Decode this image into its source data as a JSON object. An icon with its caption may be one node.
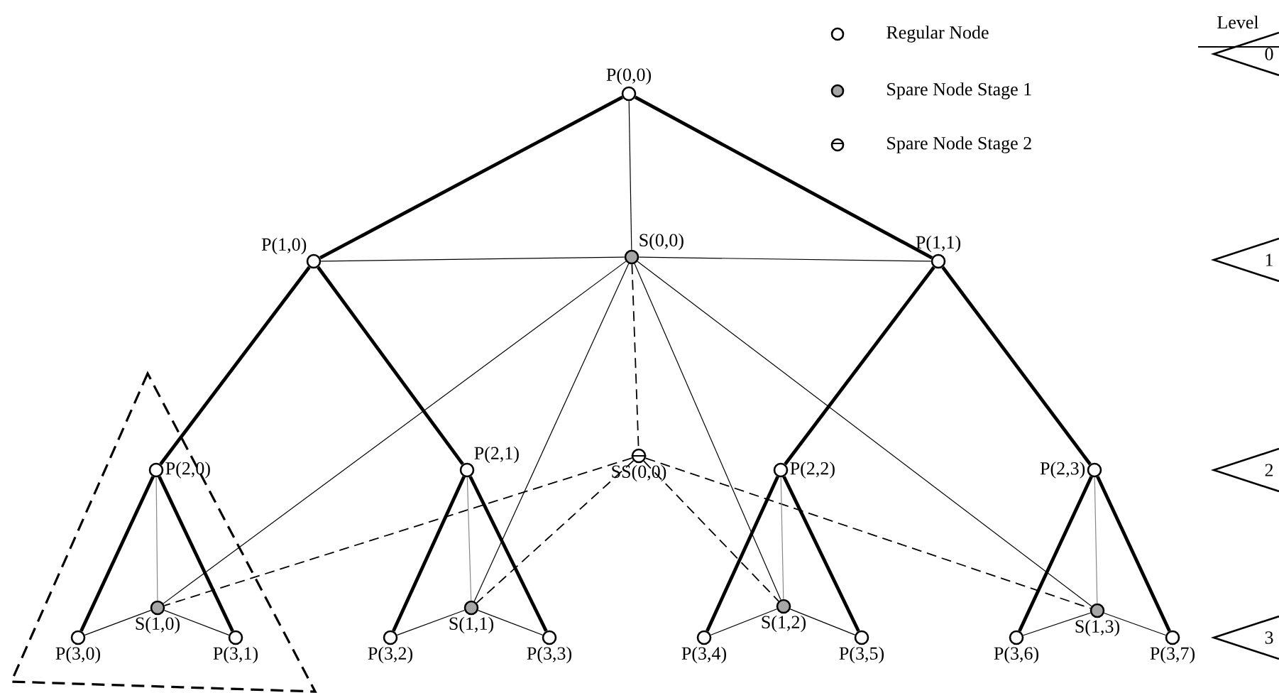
{
  "diagram": {
    "nodes": [
      {
        "text": [],
        "shape": "circle",
        "beside": [
          "P(0,0)"
        ]
      },
      {
        "text": [],
        "shape": "circle",
        "beside": [
          "P(1,0)"
        ]
      },
      {
        "text": [],
        "shape": "circle",
        "beside": [
          "S(0,0)"
        ]
      },
      {
        "text": [],
        "shape": "circle",
        "beside": [
          "P(1,1)"
        ]
      },
      {
        "text": [],
        "shape": "circle",
        "beside": [
          "P(2,0)"
        ]
      },
      {
        "text": [],
        "shape": "circle",
        "beside": [
          "P(2,1)"
        ]
      },
      {
        "text": [],
        "shape": "circle",
        "beside": [
          "SS(0,0)"
        ]
      },
      {
        "text": [],
        "shape": "circle",
        "beside": [
          "P(2,2)"
        ]
      },
      {
        "text": [],
        "shape": "circle",
        "beside": [
          "P(2,3)"
        ]
      },
      {
        "text": [],
        "shape": "circle",
        "beside": [
          "S(1,0)"
        ]
      },
      {
        "text": [],
        "shape": "circle",
        "beside": [
          "S(1,1)"
        ]
      },
      {
        "text": [],
        "shape": "circle",
        "beside": [
          "S(1,2)"
        ]
      },
      {
        "text": [],
        "shape": "circle",
        "beside": [
          "S(1,3)"
        ]
      },
      {
        "text": [],
        "shape": "circle",
        "beside": [
          "P(3,0)"
        ]
      },
      {
        "text": [],
        "shape": "circle",
        "beside": [
          "P(3,1)"
        ]
      },
      {
        "text": [],
        "shape": "circle",
        "beside": [
          "P(3,2)"
        ]
      },
      {
        "text": [],
        "shape": "circle",
        "beside": [
          "P(3,3)"
        ]
      },
      {
        "text": [],
        "shape": "circle",
        "beside": [
          "P(3,4)"
        ]
      },
      {
        "text": [],
        "shape": "circle",
        "beside": [
          "P(3,5)"
        ]
      },
      {
        "text": [],
        "shape": "circle",
        "beside": [
          "P(3,6)"
        ]
      },
      {
        "text": [],
        "shape": "circle",
        "beside": [
          "P(3,7)"
        ]
      }
    ],
    "edges": [
      {
        "from": 0,
        "to": 1,
        "arrow": "none",
        "style": "thick"
      },
      {
        "from": 0,
        "to": 3,
        "arrow": "none",
        "style": "thick"
      },
      {
        "from": 0,
        "to": 2,
        "arrow": "none"
      },
      {
        "from": 1,
        "to": 2,
        "arrow": "none"
      },
      {
        "from": 2,
        "to": 3,
        "arrow": "none"
      },
      {
        "from": 1,
        "to": 4,
        "arrow": "none",
        "style": "thick"
      },
      {
        "from": 1,
        "to": 5,
        "arrow": "none",
        "style": "thick"
      },
      {
        "from": 3,
        "to": 7,
        "arrow": "none",
        "style": "thick"
      },
      {
        "from": 3,
        "to": 8,
        "arrow": "none",
        "style": "thick"
      },
      {
        "from": 2,
        "to": 9,
        "arrow": "none"
      },
      {
        "from": 2,
        "to": 10,
        "arrow": "none"
      },
      {
        "from": 2,
        "to": 11,
        "arrow": "none"
      },
      {
        "from": 2,
        "to": 12,
        "arrow": "none"
      },
      {
        "from": 2,
        "to": 6,
        "arrow": "none",
        "style": "dashed"
      },
      {
        "from": 6,
        "to": 9,
        "arrow": "none",
        "style": "dashed"
      },
      {
        "from": 6,
        "to": 10,
        "arrow": "none",
        "style": "dashed"
      },
      {
        "from": 6,
        "to": 11,
        "arrow": "none",
        "style": "dashed"
      },
      {
        "from": 6,
        "to": 12,
        "arrow": "none",
        "style": "dashed"
      },
      {
        "from": 4,
        "to": 13,
        "arrow": "none",
        "style": "thick"
      },
      {
        "from": 4,
        "to": 14,
        "arrow": "none",
        "style": "thick"
      },
      {
        "from": 5,
        "to": 15,
        "arrow": "none",
        "style": "thick"
      },
      {
        "from": 5,
        "to": 16,
        "arrow": "none",
        "style": "thick"
      },
      {
        "from": 7,
        "to": 17,
        "arrow": "none",
        "style": "thick"
      },
      {
        "from": 7,
        "to": 18,
        "arrow": "none",
        "style": "thick"
      },
      {
        "from": 8,
        "to": 19,
        "arrow": "none",
        "style": "thick"
      },
      {
        "from": 8,
        "to": 20,
        "arrow": "none",
        "style": "thick"
      },
      {
        "from": 4,
        "to": 9,
        "arrow": "none",
        "color": "#888888"
      },
      {
        "from": 5,
        "to": 10,
        "arrow": "none",
        "color": "#888888"
      },
      {
        "from": 7,
        "to": 11,
        "arrow": "none",
        "color": "#888888"
      },
      {
        "from": 8,
        "to": 12,
        "arrow": "none",
        "color": "#888888"
      },
      {
        "from": 9,
        "to": 13,
        "arrow": "none"
      },
      {
        "from": 9,
        "to": 14,
        "arrow": "none"
      },
      {
        "from": 10,
        "to": 15,
        "arrow": "none"
      },
      {
        "from": 10,
        "to": 16,
        "arrow": "none"
      },
      {
        "from": 11,
        "to": 17,
        "arrow": "none"
      },
      {
        "from": 11,
        "to": 18,
        "arrow": "none"
      },
      {
        "from": 12,
        "to": 19,
        "arrow": "none"
      },
      {
        "from": 12,
        "to": 20,
        "arrow": "none"
      }
    ],
    "labels": [
      "Level",
      "0",
      "1",
      "2",
      "3"
    ],
    "legend": [
      {
        "text": "Regular Node"
      },
      {
        "text": "Spare Node Stage 1"
      },
      {
        "text": "Spare Node Stage 2"
      }
    ]
  }
}
